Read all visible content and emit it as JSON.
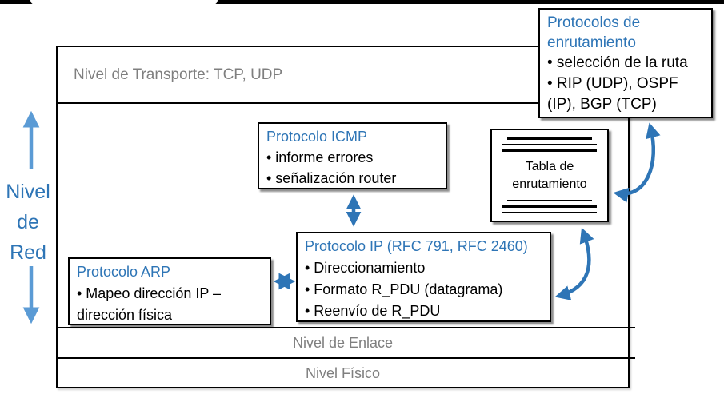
{
  "slide": {
    "title_hint": "Network layer protocols diagram"
  },
  "colors": {
    "accent_blue": "#2E75B6",
    "light_blue": "#5B9BD5",
    "gray_text": "#7f7f7f",
    "border_black": "#000000",
    "background": "#ffffff"
  },
  "left_label": {
    "line1": "Nivel",
    "line2": "de",
    "line3": "Red"
  },
  "layers": {
    "transport": "Nivel de Transporte: TCP, UDP",
    "link": "Nivel de Enlace",
    "physical": "Nivel Físico"
  },
  "boxes": {
    "icmp": {
      "title": "Protocolo ICMP",
      "bullets": [
        "• informe errores",
        "• señalización router"
      ]
    },
    "ip": {
      "title": "Protocolo IP (RFC 791, RFC 2460)",
      "bullets": [
        "• Direccionamiento",
        "• Formato R_PDU (datagrama)",
        "• Reenvío de R_PDU"
      ]
    },
    "arp": {
      "title": "Protocolo ARP",
      "bullets": [
        "• Mapeo dirección IP – dirección física"
      ]
    },
    "routing_protocols": {
      "title": "Protocolos de enrutamiento",
      "bullets": [
        "• selección de la ruta",
        "• RIP (UDP), OSPF (IP), BGP (TCP)"
      ]
    },
    "routing_table": {
      "label": "Tabla de enrutamiento",
      "icon": "stacked-horizontal-lines"
    }
  },
  "arrows": {
    "icmp_ip": "double-headed vertical arrow between ICMP and IP",
    "arp_ip": "double-headed horizontal arrow between ARP and IP",
    "ip_table": "curved double-headed arrow between IP and routing table",
    "table_routing": "curved double-headed arrow between routing table and routing protocols",
    "layer_span_up": "upward arrow marking network layer span",
    "layer_span_down": "downward arrow marking network layer span"
  }
}
